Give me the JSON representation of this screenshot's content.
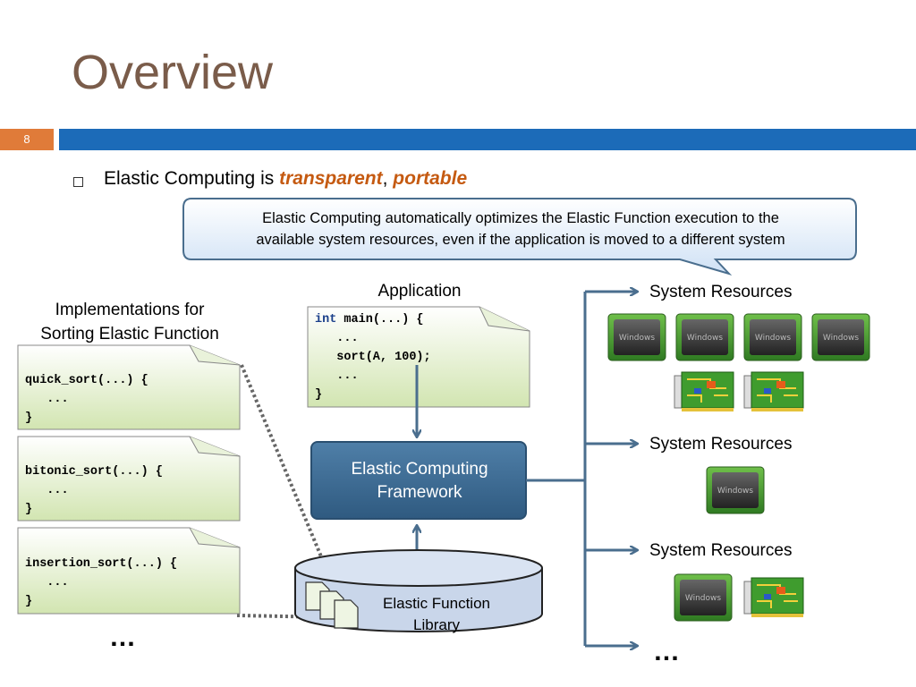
{
  "slide": {
    "title": "Overview",
    "number": "8",
    "bullet_prefix": "Elastic Computing is ",
    "bullet_word1": "transparent",
    "bullet_sep": ",",
    "bullet_word2": "portable"
  },
  "callout": {
    "line1": "Elastic Computing automatically optimizes the Elastic Function execution to the",
    "line2": "available system resources, even if the application is moved to a different system"
  },
  "implementations": {
    "heading_line1": "Implementations for",
    "heading_line2": "Sorting Elastic Function",
    "items": [
      {
        "line1": "quick_sort(...) {",
        "line2": "   ...",
        "line3": "}"
      },
      {
        "line1": "bitonic_sort(...) {",
        "line2": "   ...",
        "line3": "}"
      },
      {
        "line1": "insertion_sort(...) {",
        "line2": "   ...",
        "line3": "}"
      }
    ],
    "ellipsis": "…"
  },
  "application": {
    "label": "Application",
    "code_kw": "int",
    "code_line1_rest": " main(...) {",
    "code_line2": "   ...",
    "code_line3": "   sort(A, 100);",
    "code_line4": "   ...",
    "code_line5": "}"
  },
  "framework": {
    "line1": "Elastic Computing",
    "line2": "Framework"
  },
  "library": {
    "line1": "Elastic Function",
    "line2": "Library"
  },
  "resources": {
    "label1": "System Resources",
    "label2": "System Resources",
    "label3": "System Resources",
    "ellipsis": "…",
    "cpu_text": "Windows"
  },
  "colors": {
    "title": "#7a5c4a",
    "accent_orange": "#e07b39",
    "title_bar": "#1c6bb8",
    "framework_box": "#3d6b94",
    "arrows": "#4a6e8e",
    "library_cylinder": "#c9d6ea",
    "note_gradient_top": "#ffffff",
    "note_gradient_bottom": "#d4e6b5"
  }
}
